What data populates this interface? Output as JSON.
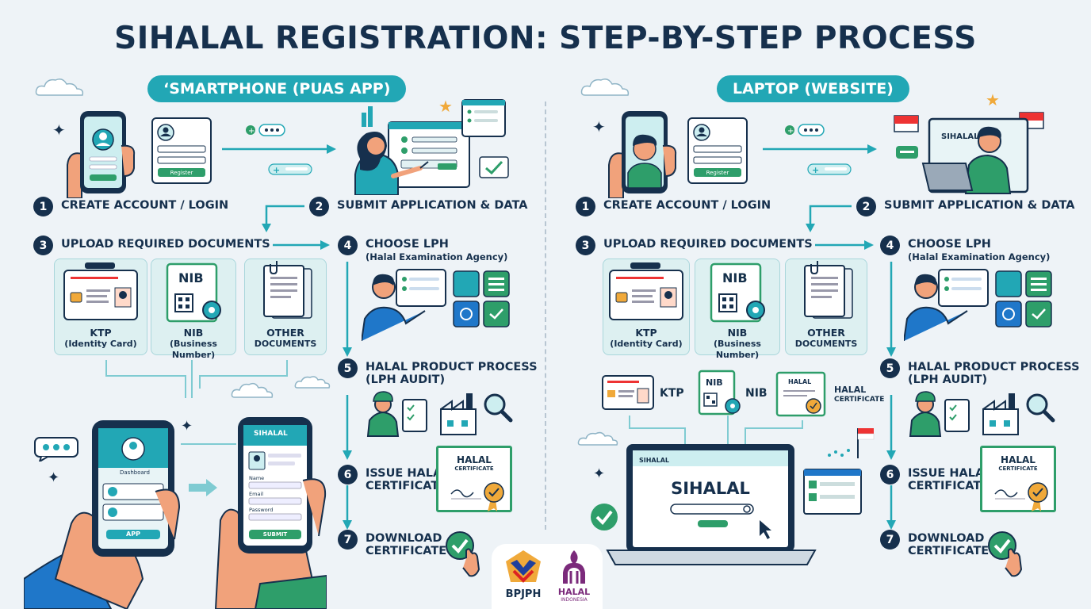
{
  "title": "SIHALAL REGISTRATION: STEP-BY-STEP PROCESS",
  "left": {
    "header": "‘SMARTPHONE (PUAS APP)",
    "steps": [
      {
        "n": "1",
        "label": "CREATE ACCOUNT / LOGIN"
      },
      {
        "n": "2",
        "label": "SUBMIT APPLICATION & DATA"
      },
      {
        "n": "3",
        "label": "UPLOAD REQUIRED DOCUMENTS"
      },
      {
        "n": "4",
        "label": "CHOOSE LPH",
        "sub": "(Halal Examination Agency)"
      },
      {
        "n": "5",
        "label": "HALAL PRODUCT PROCESS",
        "sub": "(LPH AUDIT)"
      },
      {
        "n": "6",
        "label": "ISSUE HALAL",
        "sub": "CERTIFICATE"
      },
      {
        "n": "7",
        "label": "DOWNLOAD",
        "sub": "CERTIFICATE"
      }
    ],
    "docs": [
      {
        "label": "KTP",
        "sub": "(Identity Card)"
      },
      {
        "label": "NIB",
        "sub": "(Business Number)"
      },
      {
        "label": "OTHER",
        "sub": "DOCUMENTS"
      }
    ],
    "phone_form": {
      "title": "SIHALAL",
      "name": "Name",
      "email": "Email",
      "password": "Password",
      "submit": "SUBMIT",
      "app_btn": "APP",
      "dashboard": "Dashboard"
    }
  },
  "right": {
    "header": "LAPTOP (WEBSITE)",
    "steps": [
      {
        "n": "1",
        "label": "CREATE ACCOUNT / LOGIN"
      },
      {
        "n": "2",
        "label": "SUBMIT APPLICATION & DATA"
      },
      {
        "n": "3",
        "label": "UPLOAD REQUIRED DOCUMENTS"
      },
      {
        "n": "4",
        "label": "CHOOSE LPH",
        "sub": "(Halal Examination Agency)"
      },
      {
        "n": "5",
        "label": "HALAL PRODUCT PROCESS",
        "sub": "(LPH AUDIT)"
      },
      {
        "n": "6",
        "label": "ISSUE HALAL",
        "sub": "CERTIFICATE"
      },
      {
        "n": "7",
        "label": "DOWNLOAD",
        "sub": "CERTIFICATE"
      }
    ],
    "docs": [
      {
        "label": "KTP",
        "sub": "(Identity Card)"
      },
      {
        "label": "NIB",
        "sub": "(Business Number)"
      },
      {
        "label": "OTHER",
        "sub": "DOCUMENTS"
      }
    ],
    "mini_docs": {
      "ktp": "KTP",
      "nib": "NIB",
      "halal": "HALAL",
      "halal_sub": "CERTIFICATE"
    },
    "laptop": {
      "tab": "SIHALAL",
      "brand": "SIHALAL"
    },
    "monitor_text": "SIHALAL"
  },
  "login_card": {
    "register": "Register"
  },
  "doc_badge": "NIB",
  "certificate": {
    "line1": "HALAL",
    "line2": "CERTIFICATE"
  },
  "logos": {
    "bpjph": "BPJPH",
    "halal": "HALAL",
    "halal_sub": "INDONESIA"
  },
  "colors": {
    "teal": "#22a7b5",
    "navy": "#16304d",
    "green": "#2e9e6a",
    "card": "#ddf0f1"
  }
}
